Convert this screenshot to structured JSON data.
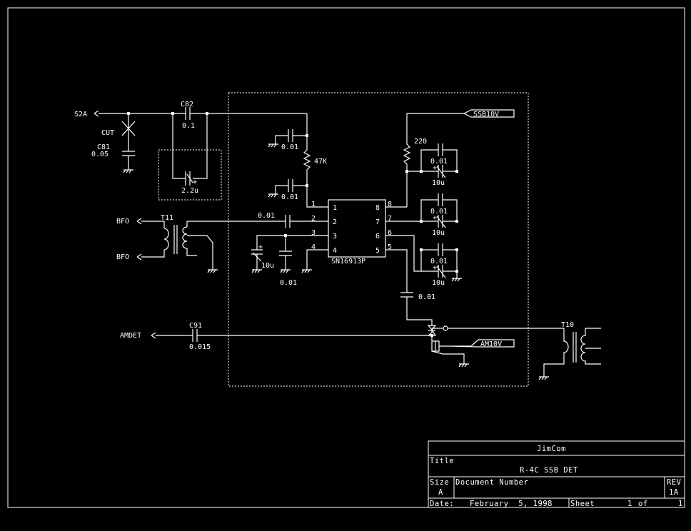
{
  "colors": {
    "background": "#000000",
    "foreground": "#ffffff"
  },
  "labels": {
    "s2a": "S2A",
    "cut": "CUT",
    "c81": "C81",
    "c81_val": "0.05",
    "c82": "C82",
    "c82_val": "0.1",
    "cap_2u2": "2.2u",
    "cap_top1": "0.01",
    "cap_top2": "0.01",
    "r47k": "47K",
    "r220": "220",
    "ssb10v": "SSB10V",
    "am10v": "AM10V",
    "bfo_top": "BFO",
    "bfo_bot": "BFO",
    "t11": "T11",
    "t10": "T10",
    "cap_pin2": "0.01",
    "cap_10u_left": "10u",
    "cap_pin3": "0.01",
    "ic_name": "SN16913P",
    "cap_r1": "0.01",
    "cap_r1_e": "10u",
    "cap_r2": "0.01",
    "cap_r2_e": "10u",
    "cap_r3": "0.01",
    "cap_r3_e": "10u",
    "cap_out": "0.01",
    "amdet": "AMDET",
    "c91": "C91",
    "c91_val": "0.015",
    "pins": [
      "1",
      "2",
      "3",
      "4",
      "8",
      "7",
      "6",
      "5"
    ],
    "pin_plus": "+"
  },
  "title_block": {
    "company": "JimCom",
    "title_label": "Title",
    "title": "R-4C SSB DET",
    "size_label": "Size",
    "size": "A",
    "doc_label": "Document Number",
    "rev_label": "REV",
    "rev": "1A",
    "date_label": "Date:",
    "date": "February  5, 1998",
    "sheet_label": "Sheet",
    "sheet_num": "1",
    "sheet_of": "of",
    "sheet_total": "1"
  }
}
